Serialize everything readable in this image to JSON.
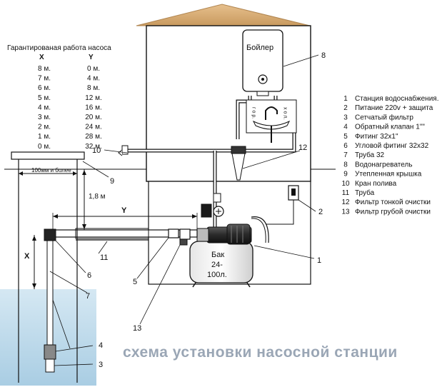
{
  "table": {
    "title": "Гарантированая работа насоса",
    "col_x": "X",
    "col_y": "Y",
    "rows": [
      [
        "8 м.",
        "0 м."
      ],
      [
        "7 м.",
        "4 м."
      ],
      [
        "6 м.",
        "8 м."
      ],
      [
        "5 м.",
        "12 м."
      ],
      [
        "4 м.",
        "16 м."
      ],
      [
        "3 м.",
        "20 м."
      ],
      [
        "2 м.",
        "24 м."
      ],
      [
        "1 м.",
        "28 м."
      ],
      [
        "0 м.",
        "32 м."
      ]
    ]
  },
  "legend": [
    {
      "num": "1",
      "text": "Станция водоснабжения."
    },
    {
      "num": "2",
      "text": "Питание 220v + защита"
    },
    {
      "num": "3",
      "text": "Сетчатый фильтр"
    },
    {
      "num": "4",
      "text": "Обратный клапан 1\"\""
    },
    {
      "num": "5",
      "text": "Фитинг 32х1\""
    },
    {
      "num": "6",
      "text": "Угловой фитинг 32х32"
    },
    {
      "num": "7",
      "text": "Труба 32"
    },
    {
      "num": "8",
      "text": "Водонагреватель"
    },
    {
      "num": "9",
      "text": "Утепленная крышка"
    },
    {
      "num": "10",
      "text": "Кран полива"
    },
    {
      "num": "11",
      "text": "Труба"
    },
    {
      "num": "12",
      "text": "Фильтр тонкой очистки"
    },
    {
      "num": "13",
      "text": "Фильтр грубой очистки"
    }
  ],
  "labels": {
    "boiler": "Бойлер",
    "tank_line1": "Бак",
    "tank_line2": "24-",
    "tank_line3": "100л.",
    "hot": "г о р.",
    "cold": "х о л.",
    "dist_100": "100мм и более",
    "depth": "1,8 м",
    "y_axis": "Y",
    "x_axis": "X",
    "caption": "схема установки насосной станции"
  },
  "callouts": {
    "c1": "1",
    "c2": "2",
    "c3": "3",
    "c4": "4",
    "c5": "5",
    "c6": "6",
    "c7": "7",
    "c8": "8",
    "c9": "9",
    "c10": "10",
    "c11": "11",
    "c12": "12",
    "c13": "13"
  },
  "colors": {
    "water": "#bcd9ea",
    "roof": "#d8aa70",
    "line": "#111111",
    "caption": "#9aa6b5"
  }
}
